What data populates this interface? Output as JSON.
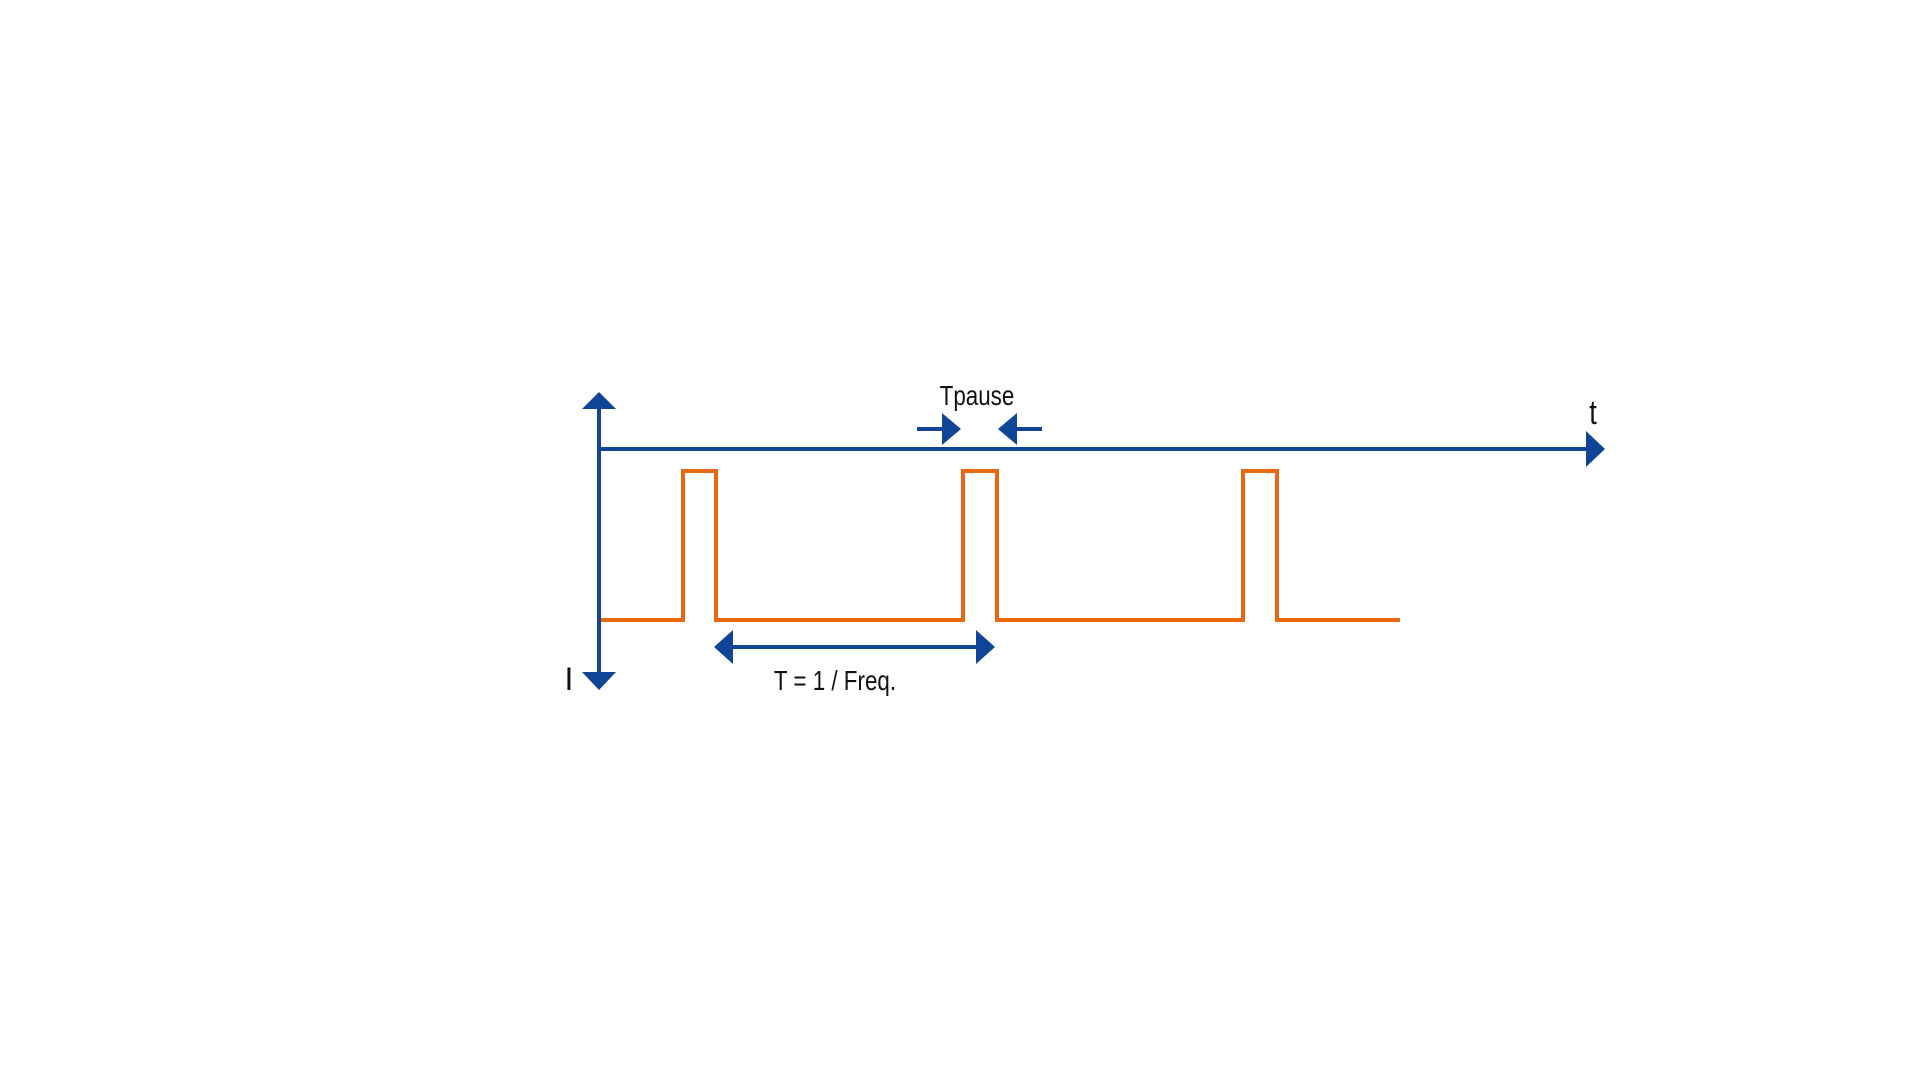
{
  "diagram": {
    "labels": {
      "time_axis": "t",
      "current_axis": "I",
      "pause": "Tpause",
      "period": "T = 1 / Freq."
    },
    "colors": {
      "axis": "#0f4497",
      "signal": "#e8690f",
      "text": "#111111"
    },
    "signal": {
      "pulse_count": 3
    }
  }
}
